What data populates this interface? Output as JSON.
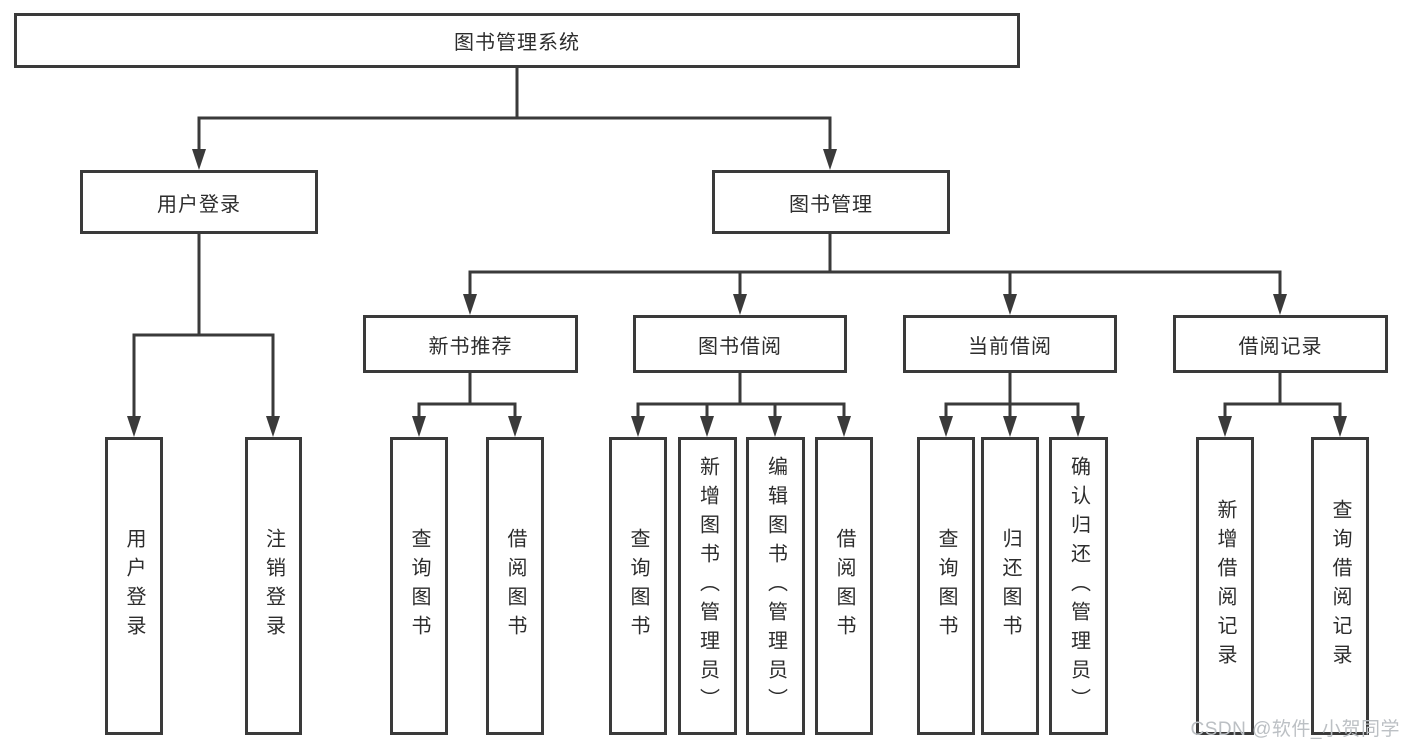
{
  "tree": {
    "root": {
      "label": "图书管理系统"
    },
    "branches": [
      {
        "label": "用户登录",
        "children": [
          {
            "label": "用户登录"
          },
          {
            "label": "注销登录"
          }
        ]
      },
      {
        "label": "图书管理",
        "groups": [
          {
            "label": "新书推荐",
            "children": [
              {
                "label": "查询图书"
              },
              {
                "label": "借阅图书"
              }
            ]
          },
          {
            "label": "图书借阅",
            "children": [
              {
                "label": "查询图书"
              },
              {
                "label": "新增图书（管理员）"
              },
              {
                "label": "编辑图书（管理员）"
              },
              {
                "label": "借阅图书"
              }
            ]
          },
          {
            "label": "当前借阅",
            "children": [
              {
                "label": "查询图书"
              },
              {
                "label": "归还图书"
              },
              {
                "label": "确认归还（管理员）"
              }
            ]
          },
          {
            "label": "借阅记录",
            "children": [
              {
                "label": "新增借阅记录"
              },
              {
                "label": "查询借阅记录"
              }
            ]
          }
        ]
      }
    ]
  },
  "watermark": {
    "text": "CSDN @软件_小贺同学",
    "color": "#bcc0c4"
  },
  "colors": {
    "line": "#3a3a3a",
    "border": "#3a3a3a",
    "text": "#2d2d2d",
    "background": "#ffffff",
    "box_fill": "#ffffff"
  }
}
